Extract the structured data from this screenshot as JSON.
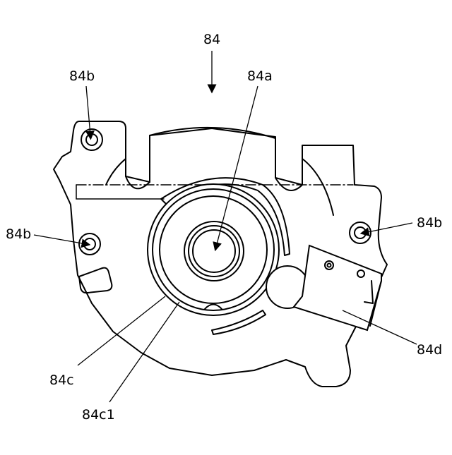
{
  "figure": {
    "labels": {
      "assembly": "84",
      "shaft_hole": "84a",
      "mount_hole_top_left": "84b",
      "mount_hole_left": "84b",
      "mount_hole_right": "84b",
      "ring": "84c",
      "ring_inner": "84c1",
      "bracket": "84d"
    }
  }
}
